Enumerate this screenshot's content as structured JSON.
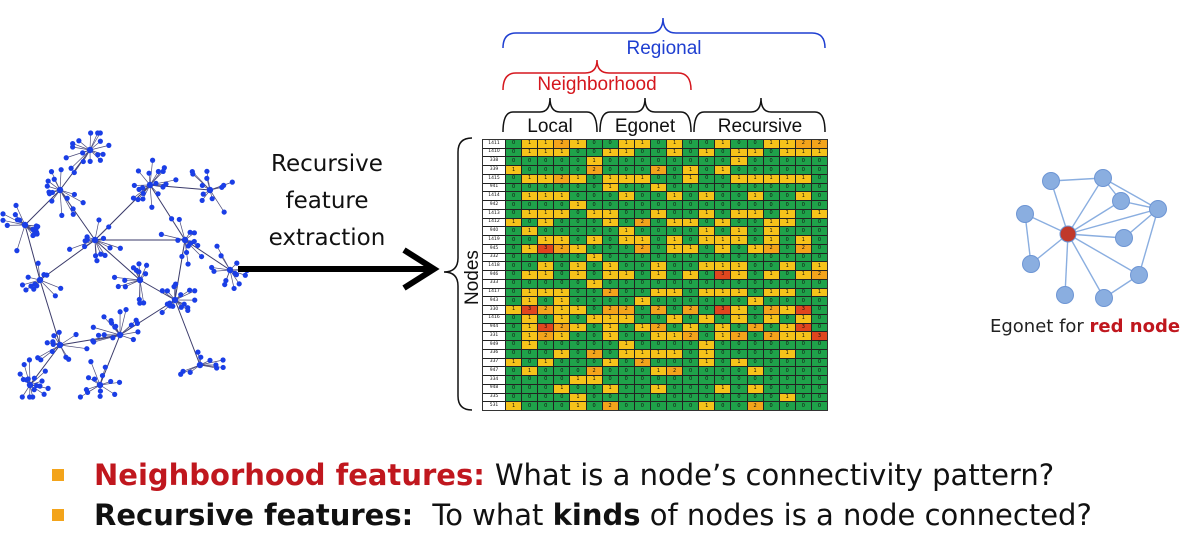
{
  "brackets": {
    "regional": "Regional",
    "neighborhood": "Neighborhood",
    "local": "Local",
    "egonet": "Egonet",
    "recursive": "Recursive"
  },
  "nodes_label": "Nodes",
  "extraction": [
    "Recursive",
    "feature",
    "extraction"
  ],
  "matrix": {
    "row_ids": [
      "1411",
      "1410",
      "338",
      "339",
      "1415",
      "941",
      "1414",
      "942",
      "1413",
      "1412",
      "940",
      "1419",
      "945",
      "332",
      "1418",
      "946",
      "333",
      "1417",
      "943",
      "330",
      "1416",
      "944",
      "331",
      "949",
      "336",
      "337",
      "947",
      "334",
      "948",
      "335",
      "531"
    ],
    "rows": [
      [
        0,
        1,
        1,
        2,
        1,
        0,
        0,
        1,
        1,
        0,
        1,
        0,
        0,
        1,
        0,
        0,
        1,
        1,
        2,
        2
      ],
      [
        0,
        1,
        1,
        1,
        0,
        0,
        1,
        1,
        0,
        0,
        1,
        0,
        1,
        0,
        1,
        1,
        0,
        1,
        1,
        1
      ],
      [
        0,
        0,
        0,
        0,
        0,
        1,
        0,
        0,
        0,
        0,
        0,
        0,
        0,
        0,
        1,
        0,
        0,
        0,
        0,
        0
      ],
      [
        1,
        0,
        0,
        0,
        0,
        2,
        0,
        0,
        0,
        2,
        0,
        1,
        0,
        1,
        0,
        0,
        0,
        0,
        0,
        0
      ],
      [
        0,
        1,
        1,
        2,
        1,
        0,
        1,
        1,
        1,
        0,
        0,
        1,
        0,
        0,
        1,
        1,
        1,
        1,
        1,
        0
      ],
      [
        0,
        0,
        0,
        0,
        0,
        0,
        1,
        0,
        0,
        1,
        0,
        0,
        0,
        0,
        0,
        0,
        0,
        0,
        0,
        0
      ],
      [
        0,
        1,
        1,
        1,
        0,
        0,
        0,
        1,
        0,
        0,
        1,
        0,
        1,
        0,
        0,
        1,
        0,
        0,
        1,
        0
      ],
      [
        0,
        0,
        0,
        0,
        1,
        0,
        0,
        0,
        0,
        0,
        0,
        0,
        0,
        0,
        0,
        0,
        0,
        0,
        0,
        0
      ],
      [
        0,
        1,
        1,
        1,
        0,
        1,
        1,
        0,
        0,
        1,
        0,
        0,
        1,
        0,
        1,
        1,
        0,
        1,
        0,
        1
      ],
      [
        1,
        0,
        1,
        0,
        0,
        0,
        1,
        0,
        2,
        0,
        1,
        1,
        0,
        1,
        0,
        0,
        1,
        1,
        0,
        0
      ],
      [
        0,
        1,
        0,
        0,
        0,
        0,
        0,
        1,
        0,
        0,
        0,
        0,
        1,
        0,
        1,
        0,
        1,
        0,
        0,
        0
      ],
      [
        0,
        0,
        1,
        1,
        0,
        1,
        0,
        1,
        1,
        0,
        1,
        0,
        1,
        1,
        1,
        0,
        1,
        0,
        1,
        0
      ],
      [
        0,
        1,
        3,
        2,
        1,
        0,
        0,
        0,
        2,
        0,
        1,
        1,
        0,
        1,
        0,
        1,
        2,
        0,
        2,
        0
      ],
      [
        0,
        0,
        0,
        0,
        0,
        1,
        0,
        0,
        0,
        0,
        0,
        0,
        0,
        0,
        0,
        0,
        0,
        0,
        0,
        0
      ],
      [
        0,
        0,
        1,
        0,
        1,
        0,
        1,
        0,
        0,
        1,
        0,
        0,
        1,
        1,
        1,
        0,
        0,
        1,
        0,
        1
      ],
      [
        0,
        1,
        1,
        0,
        1,
        0,
        1,
        1,
        0,
        1,
        0,
        1,
        0,
        3,
        1,
        0,
        1,
        0,
        1,
        2
      ],
      [
        0,
        0,
        0,
        0,
        0,
        1,
        0,
        0,
        0,
        0,
        0,
        0,
        0,
        0,
        0,
        0,
        0,
        0,
        0,
        0
      ],
      [
        0,
        1,
        1,
        1,
        0,
        0,
        2,
        0,
        0,
        1,
        1,
        0,
        1,
        1,
        1,
        0,
        1,
        1,
        0,
        1
      ],
      [
        0,
        1,
        0,
        1,
        0,
        0,
        0,
        0,
        1,
        0,
        0,
        0,
        0,
        0,
        0,
        1,
        0,
        0,
        0,
        0
      ],
      [
        1,
        3,
        2,
        1,
        1,
        0,
        2,
        2,
        0,
        2,
        0,
        2,
        0,
        3,
        1,
        0,
        2,
        1,
        3,
        0
      ],
      [
        0,
        1,
        0,
        1,
        0,
        1,
        1,
        1,
        0,
        0,
        1,
        0,
        1,
        0,
        1,
        0,
        1,
        0,
        1,
        0
      ],
      [
        0,
        1,
        3,
        2,
        1,
        0,
        1,
        0,
        1,
        2,
        0,
        1,
        0,
        1,
        0,
        2,
        0,
        1,
        3,
        0
      ],
      [
        0,
        1,
        2,
        1,
        0,
        0,
        1,
        0,
        0,
        1,
        1,
        2,
        0,
        1,
        2,
        0,
        2,
        1,
        1,
        3
      ],
      [
        0,
        1,
        0,
        0,
        0,
        0,
        0,
        1,
        0,
        0,
        0,
        0,
        1,
        0,
        0,
        0,
        0,
        0,
        0,
        0
      ],
      [
        0,
        0,
        0,
        1,
        0,
        2,
        0,
        1,
        1,
        1,
        1,
        0,
        1,
        0,
        0,
        0,
        0,
        1,
        0,
        0
      ],
      [
        1,
        0,
        1,
        0,
        0,
        0,
        1,
        0,
        2,
        0,
        0,
        0,
        1,
        0,
        1,
        0,
        0,
        0,
        0,
        0
      ],
      [
        0,
        1,
        0,
        0,
        0,
        2,
        0,
        0,
        0,
        1,
        2,
        0,
        0,
        0,
        0,
        1,
        0,
        0,
        0,
        0
      ],
      [
        0,
        0,
        0,
        0,
        1,
        1,
        0,
        0,
        0,
        0,
        0,
        0,
        0,
        0,
        0,
        0,
        0,
        0,
        0,
        0
      ],
      [
        0,
        0,
        0,
        1,
        0,
        0,
        1,
        0,
        0,
        1,
        0,
        0,
        0,
        1,
        0,
        1,
        0,
        0,
        0,
        0
      ],
      [
        0,
        0,
        0,
        0,
        1,
        0,
        0,
        0,
        0,
        0,
        0,
        0,
        0,
        0,
        0,
        0,
        0,
        1,
        0,
        0
      ],
      [
        1,
        0,
        0,
        0,
        1,
        0,
        2,
        0,
        0,
        0,
        0,
        0,
        1,
        0,
        0,
        2,
        0,
        0,
        0,
        0
      ]
    ]
  },
  "egonet_caption": {
    "prefix": "Egonet for ",
    "highlight": "red node"
  },
  "bullets": [
    {
      "title": "Neighborhood features:",
      "text": " What is a node’s connectivity pattern?"
    },
    {
      "title": "Recursive features:",
      "text_before": " To what ",
      "kinds": "kinds",
      "text_after": " of nodes is a node connected?"
    }
  ],
  "colors": {
    "regional": "#1f3fd1",
    "neighborhood": "#d5171e",
    "local": "#111111",
    "green": "#1fa24a",
    "yellow": "#f6c31a",
    "orange": "#f3a41b",
    "red": "#e0461e",
    "node": "#8aaee0",
    "red_node": "#c0392b",
    "bullet": "#f3a41b"
  }
}
